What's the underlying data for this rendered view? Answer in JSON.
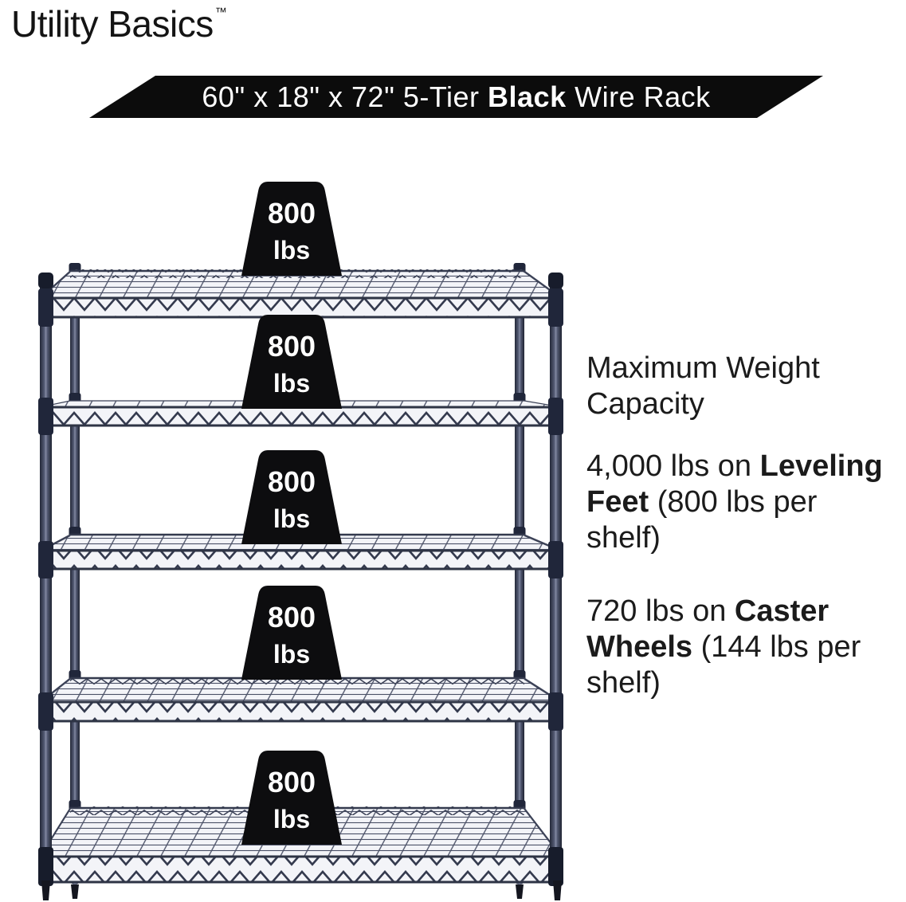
{
  "brand": {
    "name": "Utility Basics",
    "trademark": "™"
  },
  "banner": {
    "prefix": "60\" x 18\" x 72\" 5-Tier ",
    "highlight": "Black",
    "suffix": " Wire Rack"
  },
  "weights": {
    "items": [
      {
        "value": "800",
        "unit": "lbs"
      },
      {
        "value": "800",
        "unit": "lbs"
      },
      {
        "value": "800",
        "unit": "lbs"
      },
      {
        "value": "800",
        "unit": "lbs"
      },
      {
        "value": "800",
        "unit": "lbs"
      }
    ]
  },
  "specs": {
    "heading_line1": "Maximum Weight",
    "heading_line2": "Capacity",
    "items": [
      {
        "pre": "4,000 lbs on ",
        "bold_top": "Leveling",
        "bold_bottom": "Feet",
        "mid": " (800 lbs per",
        "end": "shelf)"
      },
      {
        "pre": "720 lbs on ",
        "bold_top": "Caster",
        "bold_bottom": "Wheels",
        "mid": " (144 lbs per",
        "end": "shelf)"
      }
    ]
  },
  "colors": {
    "banner_bg": "#0c0c0c",
    "marker_bg": "#0d0d0f",
    "marker_text": "#ffffff",
    "rack_wire": "#3c4257",
    "body_text": "#1b1b1b"
  }
}
